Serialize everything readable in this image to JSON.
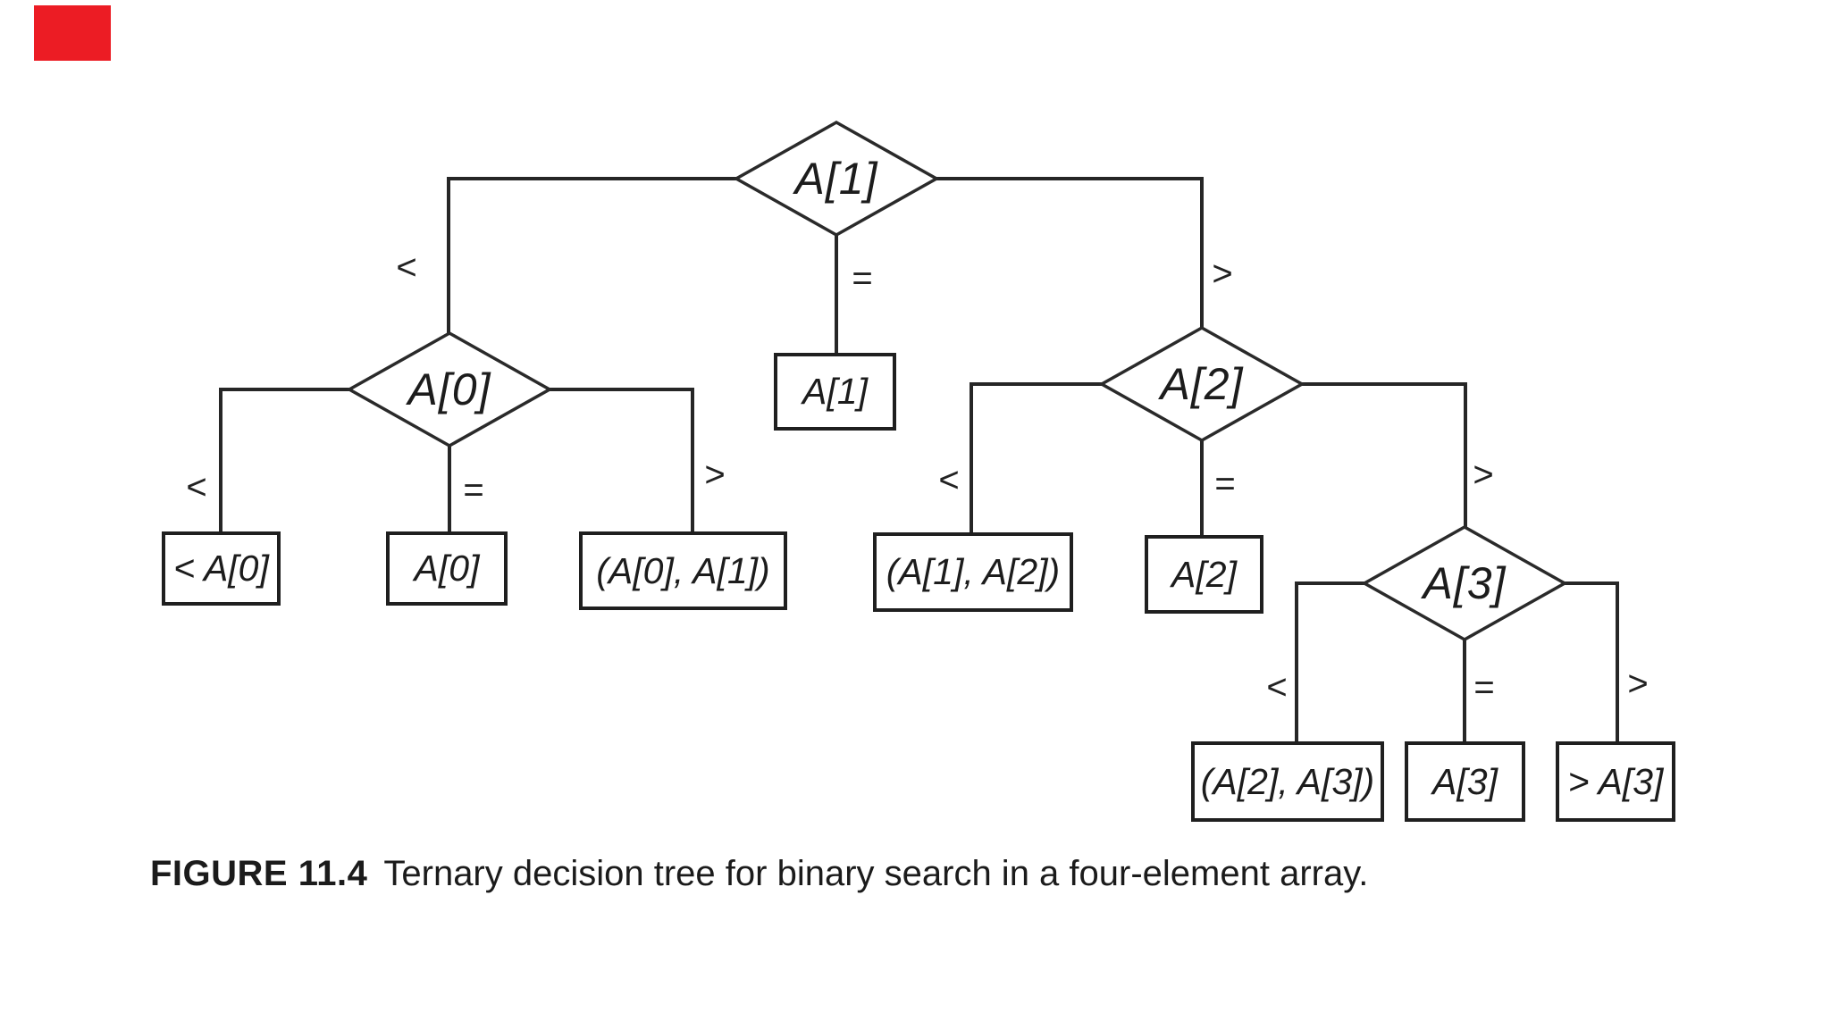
{
  "figure": {
    "caption_label": "FIGURE 11.4",
    "caption_text": "Ternary decision tree for binary search in a four-element array."
  },
  "tree": {
    "type": "ternary-decision-tree",
    "internal_nodes": [
      {
        "id": "root",
        "label": "A[1]",
        "shape": "diamond"
      },
      {
        "id": "left",
        "label": "A[0]",
        "shape": "diamond"
      },
      {
        "id": "right",
        "label": "A[2]",
        "shape": "diamond"
      },
      {
        "id": "right-right",
        "label": "A[3]",
        "shape": "diamond"
      }
    ],
    "leaves": [
      {
        "label": "< A[0]"
      },
      {
        "label": "A[0]"
      },
      {
        "label": "(A[0], A[1])"
      },
      {
        "label": "A[1]"
      },
      {
        "label": "(A[1], A[2])"
      },
      {
        "label": "A[2]"
      },
      {
        "label": "(A[2], A[3])"
      },
      {
        "label": "A[3]"
      },
      {
        "label": "> A[3]"
      }
    ],
    "edge_labels": {
      "less": "<",
      "equal": "=",
      "greater": ">"
    }
  },
  "decor": {
    "red_marker_color": "#ec1c24",
    "line_color": "#262626",
    "text_color": "#1c1c1c"
  }
}
